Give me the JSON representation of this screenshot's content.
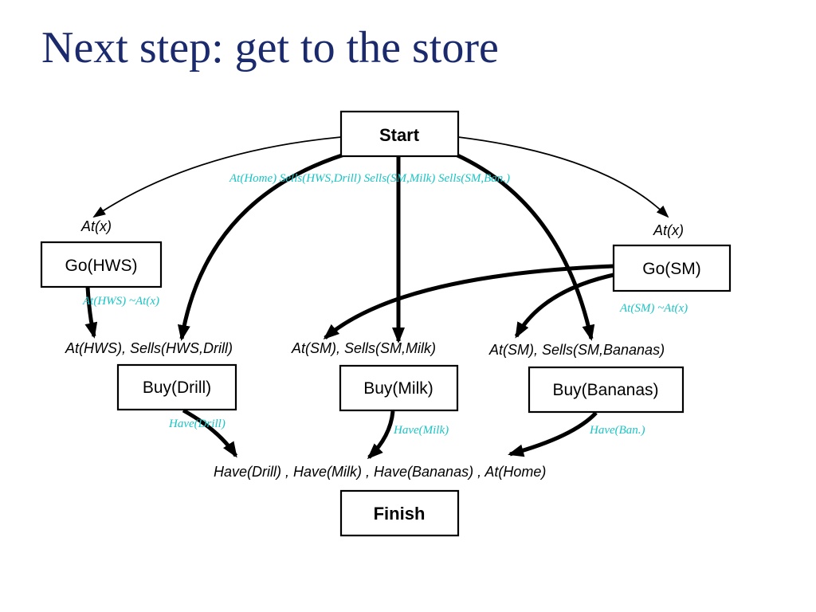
{
  "slide": {
    "title": "Next step: get to the store"
  },
  "nodes": {
    "start": "Start",
    "go_hws": "Go(HWS)",
    "go_sm": "Go(SM)",
    "buy_drill": "Buy(Drill)",
    "buy_milk": "Buy(Milk)",
    "buy_bananas": "Buy(Bananas)",
    "finish": "Finish"
  },
  "preconditions": {
    "go_hws": "At(x)",
    "go_sm": "At(x)",
    "buy_drill": "At(HWS), Sells(HWS,Drill)",
    "buy_milk": "At(SM), Sells(SM,Milk)",
    "buy_bananas": "At(SM), Sells(SM,Bananas)",
    "finish": "Have(Drill) , Have(Milk) , Have(Bananas) , At(Home)"
  },
  "annotations": {
    "start_effects": "At(Home)  Sells(HWS,Drill) Sells(SM,Milk)  Sells(SM,Ban.)",
    "go_hws_effects": "At(HWS) ~At(x)",
    "go_sm_effects": "At(SM) ~At(x)",
    "drill_effect": "Have(Drill)",
    "milk_effect": "Have(Milk)",
    "bananas_effect": "Have(Ban.)"
  },
  "colors": {
    "title": "#1a2a6c",
    "annotation": "#1bc4c4"
  }
}
